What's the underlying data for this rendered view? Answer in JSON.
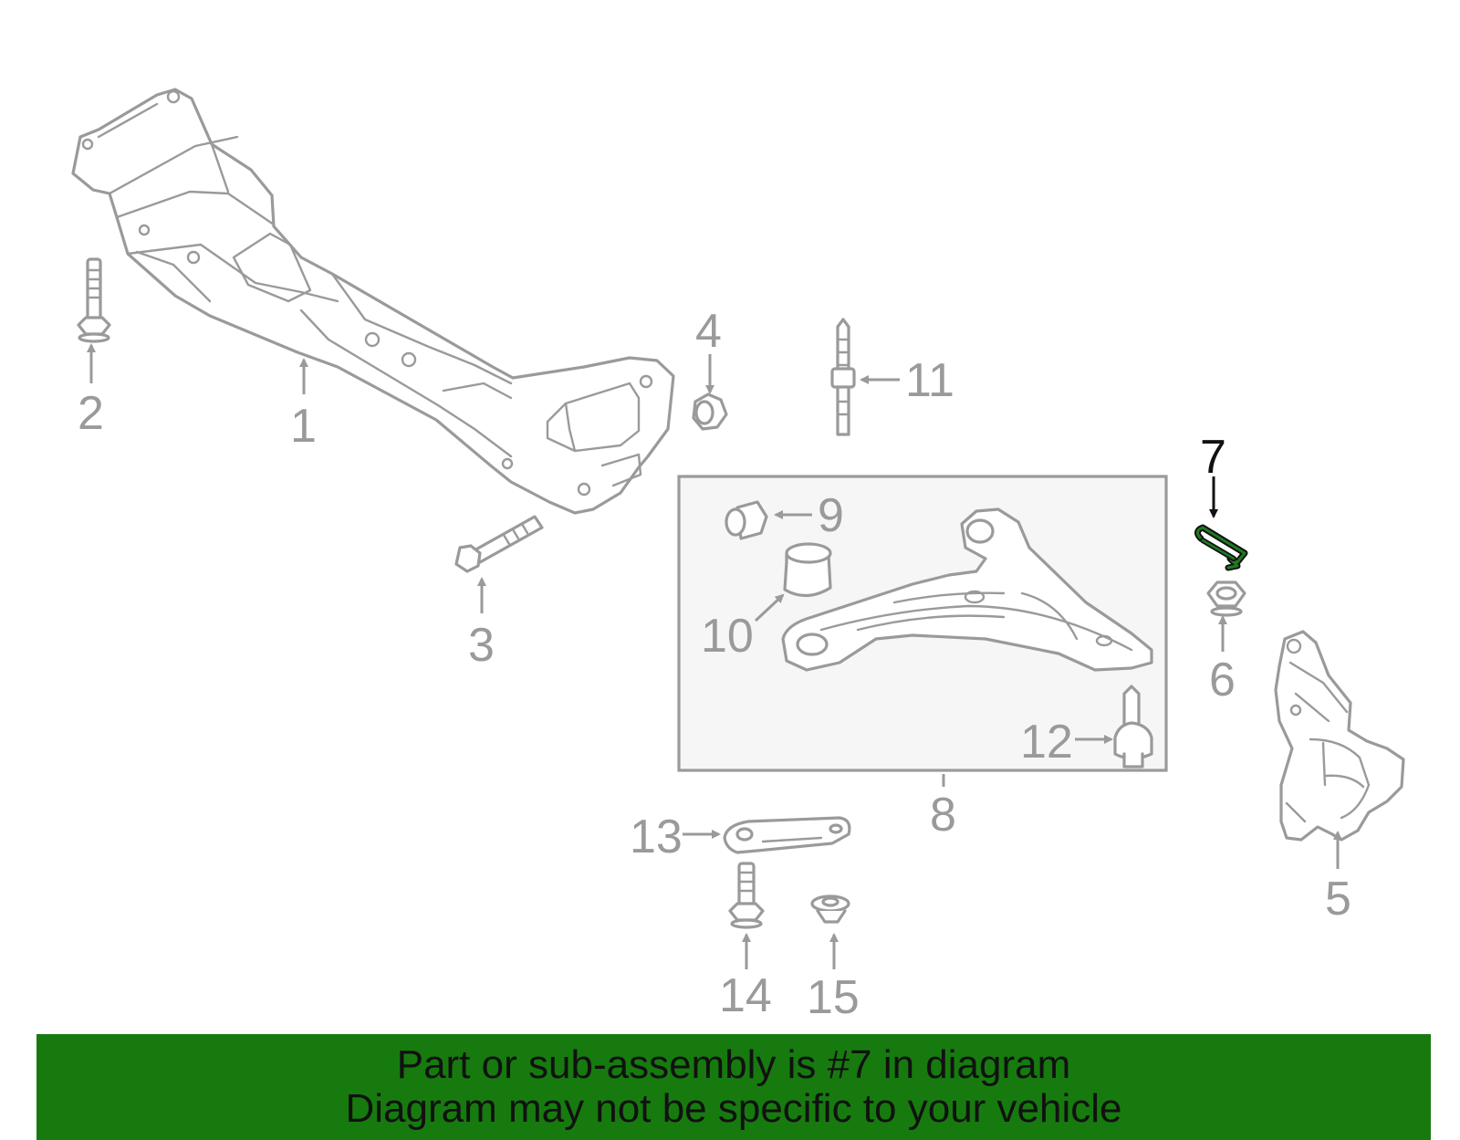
{
  "callouts": {
    "c1": "1",
    "c2": "2",
    "c3": "3",
    "c4": "4",
    "c5": "5",
    "c6": "6",
    "c7": "7",
    "c8": "8",
    "c9": "9",
    "c10": "10",
    "c11": "11",
    "c12": "12",
    "c13": "13",
    "c14": "14",
    "c15": "15"
  },
  "highlighted_part": "7",
  "colors": {
    "banner_background": "#177a0f",
    "part_outline": "#9a9a9a",
    "highlight_outline": "#111111",
    "highlight_fill": "#1e7a1e",
    "group_box_fill": "#f6f6f6"
  },
  "banner": {
    "line1": "Part or sub-assembly is #7 in diagram",
    "line2": "Diagram may not be specific to your vehicle"
  }
}
